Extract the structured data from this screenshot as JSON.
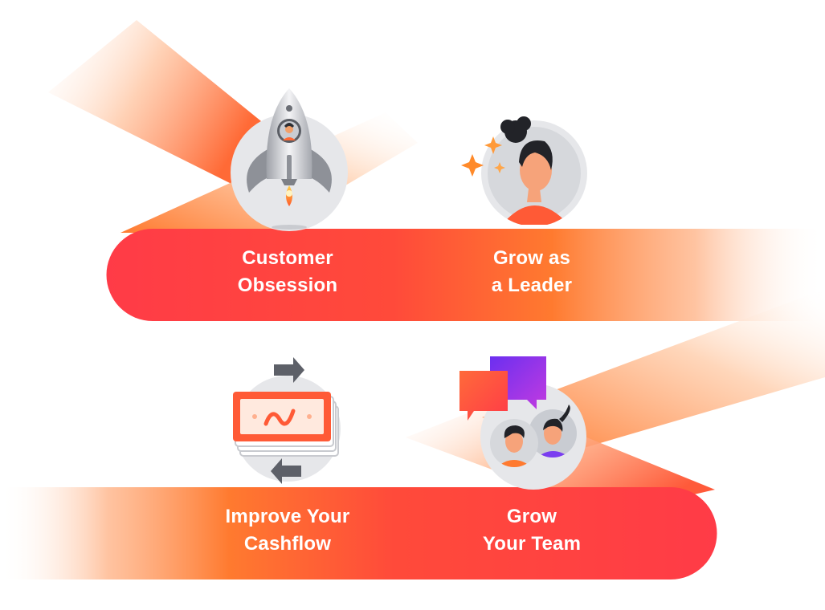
{
  "cards": [
    {
      "id": "customer-obsession",
      "line1": "Customer",
      "line2": "Obsession",
      "icon": "rocket-icon"
    },
    {
      "id": "grow-as-a-leader",
      "line1": "Grow as",
      "line2": "a Leader",
      "icon": "leader-portrait-icon"
    },
    {
      "id": "improve-your-cashflow",
      "line1": "Improve Your",
      "line2": "Cashflow",
      "icon": "cash-stack-icon"
    },
    {
      "id": "grow-your-team",
      "line1": "Grow",
      "line2": "Your Team",
      "icon": "team-chat-icon"
    }
  ],
  "colors": {
    "red": "#ff3b47",
    "orange": "#ff7a2f",
    "light_orange": "#ffb58a",
    "circle_gray": "#e6e7ea",
    "purple": "#7a3df0",
    "dark_gray": "#5d6068"
  }
}
